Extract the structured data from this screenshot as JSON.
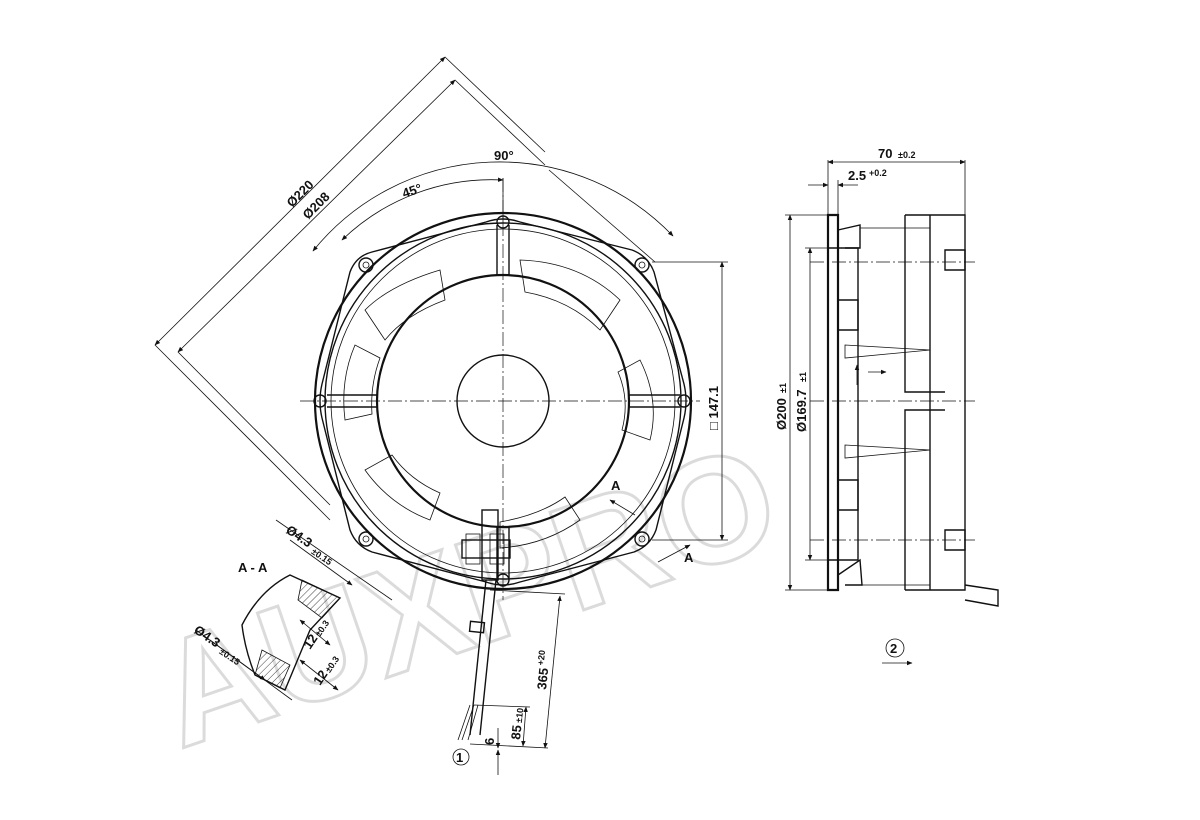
{
  "colors": {
    "line": "#111111",
    "watermark": "#d8d8d8",
    "background": "#ffffff"
  },
  "watermark": {
    "text": "AUXPRO"
  },
  "front_view": {
    "dims": {
      "dia_outer": "Ø220",
      "dia_inner": "Ø208",
      "angle_90": "90°",
      "angle_45": "45°",
      "square": "□ 147.1",
      "section_mark": "A"
    }
  },
  "section_view": {
    "title": "A - A",
    "dims": {
      "hole_top": "Ø4.3",
      "hole_top_tol": "±0.15",
      "hole_bottom": "Ø4.3",
      "hole_bottom_tol": "±0.15",
      "depth_a": "12",
      "depth_a_tol": "±0.3",
      "depth_b": "12",
      "depth_b_tol": "±0.3"
    }
  },
  "cable": {
    "dims": {
      "length": "365",
      "length_tol": "+20",
      "strip": "85",
      "strip_tol": "±10",
      "tip": "6"
    },
    "marker": "1"
  },
  "side_view": {
    "dims": {
      "depth": "70",
      "depth_tol": "±0.2",
      "flange": "2.5",
      "flange_tol": "+0.2",
      "dia_200": "Ø200",
      "dia_200_tol": "±1",
      "dia_169": "Ø169.7",
      "dia_169_tol": "±1"
    },
    "marker": "2"
  }
}
